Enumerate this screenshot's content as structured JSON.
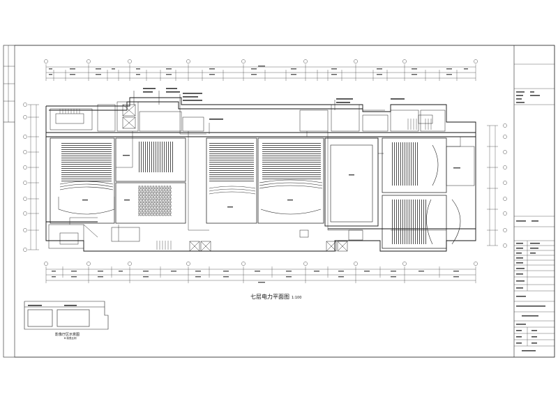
{
  "drawing": {
    "title": "七层电力平面图",
    "scale": "1:100",
    "inset_title": "影像厅区示意图",
    "inset_subtitle": "B   制表比例"
  },
  "colors": {
    "line": "#1a1a1a",
    "paper": "#ffffff"
  },
  "icons": {
    "elevator": "elevator-icon",
    "stair": "stair-icon",
    "seating": "seating-rows-icon",
    "screen": "screen-arc-icon"
  }
}
